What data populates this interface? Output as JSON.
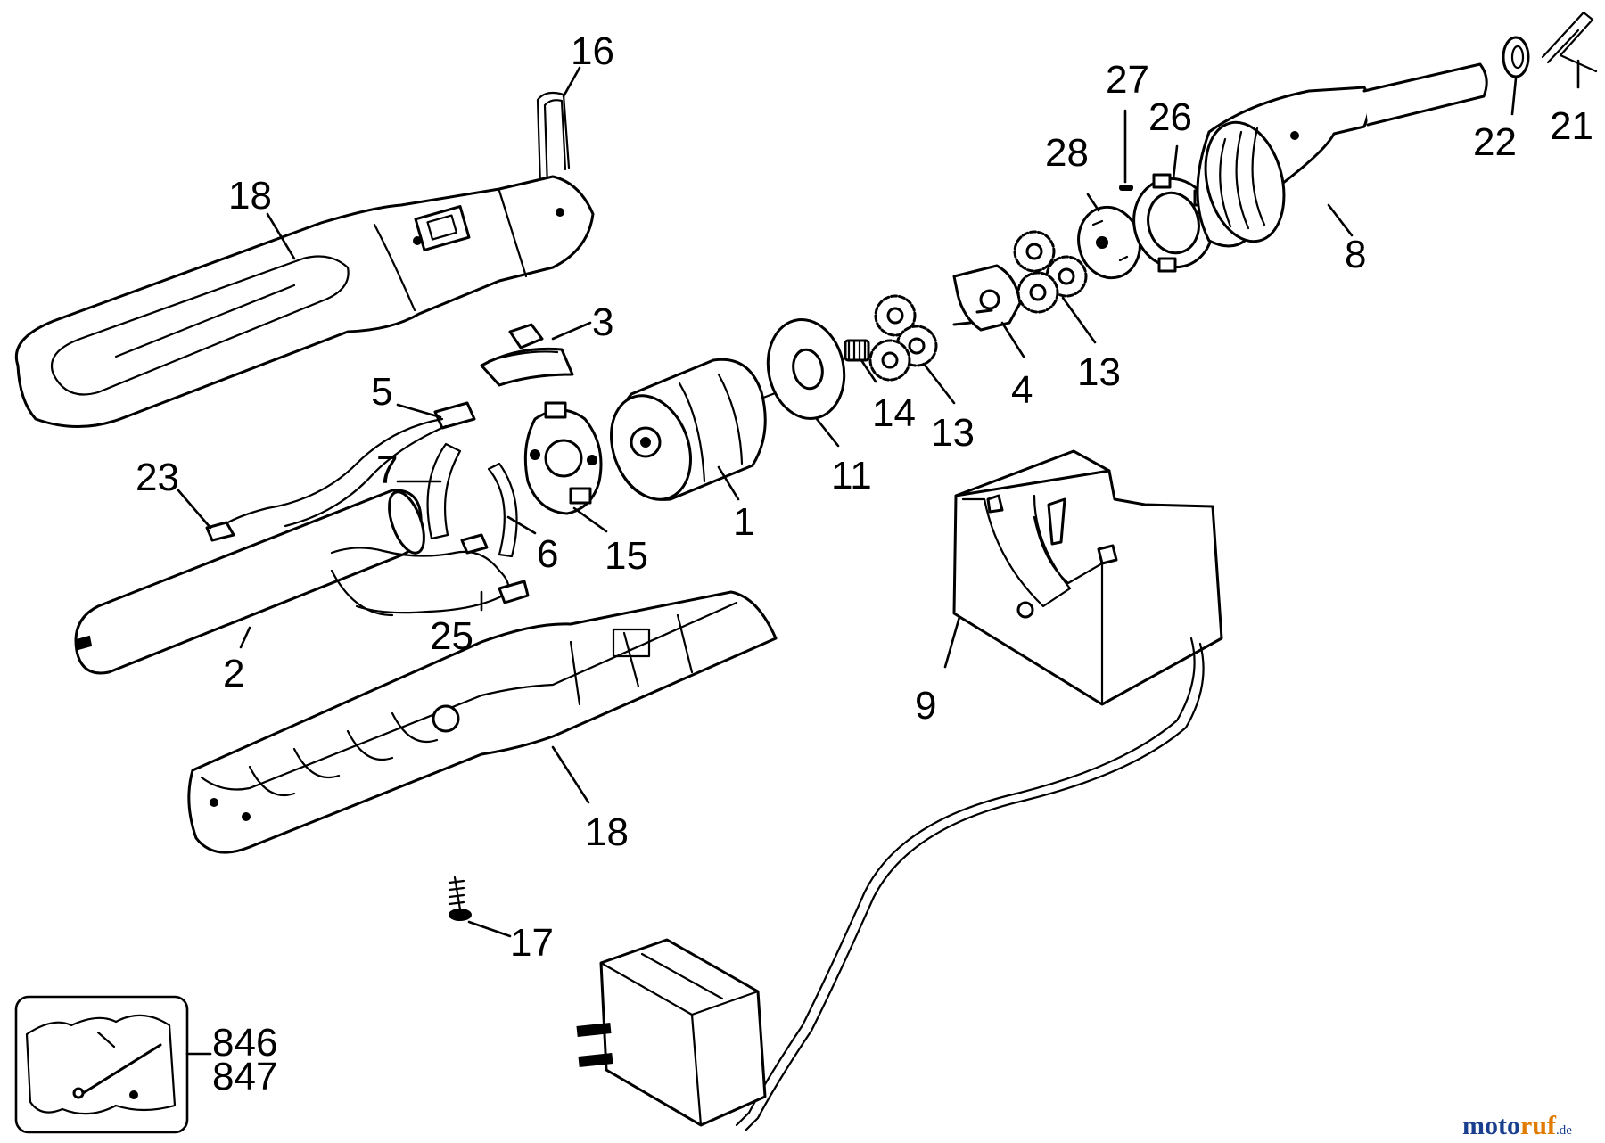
{
  "callouts": {
    "c1": "1",
    "c2": "2",
    "c3": "3",
    "c4": "4",
    "c5": "5",
    "c6": "6",
    "c7": "7",
    "c8": "8",
    "c9": "9",
    "c11": "11",
    "c13a": "13",
    "c13b": "13",
    "c14": "14",
    "c15": "15",
    "c16": "16",
    "c17": "17",
    "c18a": "18",
    "c18b": "18",
    "c21": "21",
    "c22": "22",
    "c23": "23",
    "c25": "25",
    "c26": "26",
    "c27": "27",
    "c28": "28",
    "kit_846": "846",
    "kit_847": "847"
  },
  "watermark": {
    "text": "motoruf",
    "suffix": ".de",
    "color_moto": "#1b3f8f",
    "color_ruf": "#e07b00"
  }
}
